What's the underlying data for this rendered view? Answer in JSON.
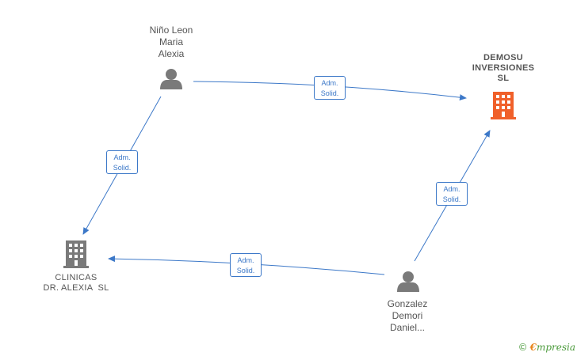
{
  "nodes": {
    "person_top": {
      "name_lines": [
        "Niño Leon",
        "Maria",
        "Alexia"
      ],
      "icon": "person-icon"
    },
    "person_bottom": {
      "name_lines": [
        "Gonzalez",
        "Demori",
        "Daniel..."
      ],
      "icon": "person-icon"
    },
    "company_main": {
      "name_lines": [
        "DEMOSU",
        "INVERSIONES",
        "SL"
      ],
      "icon": "building-icon",
      "color": "#f0602a"
    },
    "company_other": {
      "name_lines": [
        "CLINICAS",
        "DR. ALEXIA  SL"
      ],
      "icon": "building-icon",
      "color": "#7a7a7a"
    }
  },
  "edges": [
    {
      "id": "e1",
      "from": "person_top",
      "to": "company_main",
      "label_lines": [
        "Adm.",
        "Solid."
      ]
    },
    {
      "id": "e2",
      "from": "person_top",
      "to": "company_other",
      "label_lines": [
        "Adm.",
        "Solid."
      ]
    },
    {
      "id": "e3",
      "from": "person_bottom",
      "to": "company_main",
      "label_lines": [
        "Adm.",
        "Solid."
      ]
    },
    {
      "id": "e4",
      "from": "person_bottom",
      "to": "company_other",
      "label_lines": [
        "Adm.",
        "Solid."
      ]
    }
  ],
  "colors": {
    "edge": "#3c78c8",
    "person": "#7a7a7a"
  },
  "footer": {
    "copyright": "©",
    "brand_e": "€",
    "brand_rest": "mpresia"
  }
}
